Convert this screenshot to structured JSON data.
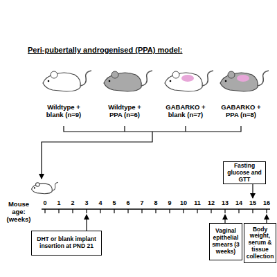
{
  "diagram": {
    "title": "Peri-pubertally androgenised (PPA) model:",
    "nodes": [
      {
        "text": [
          "DHT or blank implant insertion at PND 21"
        ]
      },
      {
        "text": [
          "Vaginal epithelial smears (3 weeks)"
        ]
      },
      {
        "text": [
          "Fasting glucose and GTT"
        ]
      },
      {
        "text": [
          "Body weight, serum & tissue collection"
        ]
      }
    ],
    "labels": [
      "Wildtype + blank (n=9)",
      "Wildtype + PPA (n=6)",
      "GABARKO + blank (n=7)",
      "GABARKO + PPA (n=8)",
      "Mouse age: (weeks)",
      "0",
      "1",
      "2",
      "3",
      "4",
      "5",
      "6",
      "7",
      "8",
      "9",
      "10",
      "11",
      "12",
      "13",
      "14",
      "15",
      "16"
    ]
  }
}
